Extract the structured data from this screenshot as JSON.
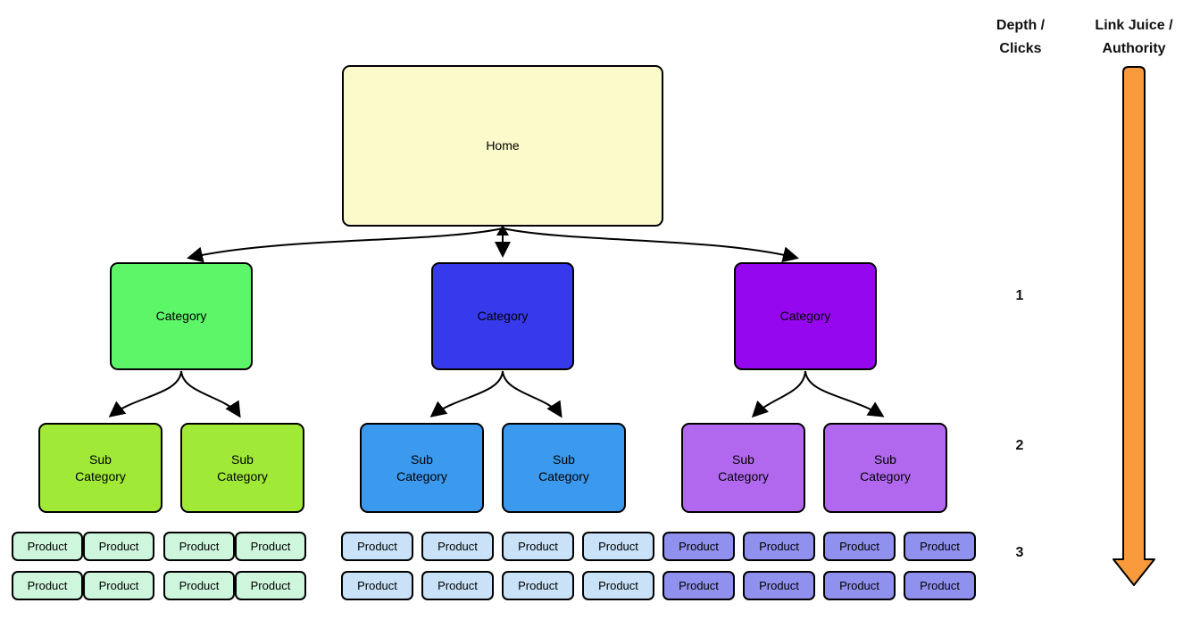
{
  "legend": {
    "depth_header": "Depth /\nClicks",
    "authority_header": "Link Juice /\nAuthority",
    "depth_levels": [
      "1",
      "2",
      "3"
    ],
    "arrow_color": "#F99B3C"
  },
  "nodes": {
    "home": {
      "label": "Home",
      "fill": "#FBFACB"
    },
    "branches": [
      {
        "category": {
          "label": "Category",
          "fill": "#5DF669"
        },
        "sub_category": {
          "label": "Sub\nCategory",
          "fill": "#A0E937"
        },
        "product": {
          "label": "Product",
          "fill": "#CDF6DC"
        }
      },
      {
        "category": {
          "label": "Category",
          "fill": "#3739EC"
        },
        "sub_category": {
          "label": "Sub\nCategory",
          "fill": "#3B99EE"
        },
        "product": {
          "label": "Product",
          "fill": "#C9E2F8"
        }
      },
      {
        "category": {
          "label": "Category",
          "fill": "#9507EE"
        },
        "sub_category": {
          "label": "Sub\nCategory",
          "fill": "#B168EF"
        },
        "product": {
          "label": "Product",
          "fill": "#9090EF"
        }
      }
    ]
  }
}
